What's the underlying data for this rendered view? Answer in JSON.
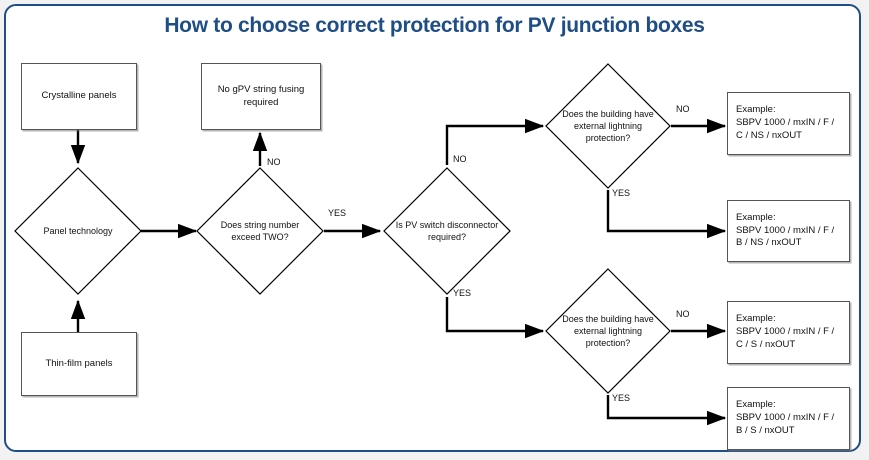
{
  "page": {
    "title": "How to choose correct protection for PV junction boxes",
    "border_color": "#1f4e86",
    "title_color": "#1f4e86",
    "background": "#ffffff"
  },
  "nodes": {
    "crystalline": {
      "label": "Crystalline panels",
      "shape": "rectangle"
    },
    "thin_film": {
      "label": "Thin-film panels",
      "shape": "rectangle"
    },
    "panel_technology": {
      "label": "Panel technology",
      "shape": "diamond"
    },
    "no_fusing": {
      "label": "No gPV string fusing required",
      "shape": "rectangle"
    },
    "string_count": {
      "label": "Does string number exceed TWO?",
      "shape": "diamond"
    },
    "pv_switch": {
      "label": "Is PV switch disconnector required?",
      "shape": "diamond"
    },
    "lightning_top": {
      "label": "Does the building have external lightning protection?",
      "shape": "diamond"
    },
    "lightning_bottom": {
      "label": "Does the building have external lightning protection?",
      "shape": "diamond"
    },
    "result1": {
      "line1": "Example:",
      "line2": "SBPV 1000 / mxIN / F /",
      "line3": "C / NS / nxOUT",
      "shape": "rectangle"
    },
    "result2": {
      "line1": "Example:",
      "line2": "SBPV 1000 / mxIN / F /",
      "line3": "B / NS / nxOUT",
      "shape": "rectangle"
    },
    "result3": {
      "line1": "Example:",
      "line2": "SBPV 1000 / mxIN / F /",
      "line3": "C / S / nxOUT",
      "shape": "rectangle"
    },
    "result4": {
      "line1": "Example:",
      "line2": "SBPV 1000 / mxIN / F /",
      "line3": "B / S / nxOUT",
      "shape": "rectangle"
    }
  },
  "edge_labels": {
    "string_no": "NO",
    "string_yes": "YES",
    "switch_no": "NO",
    "switch_yes": "YES",
    "lightning_top_no": "NO",
    "lightning_top_yes": "YES",
    "lightning_bottom_no": "NO",
    "lightning_bottom_yes": "YES"
  }
}
